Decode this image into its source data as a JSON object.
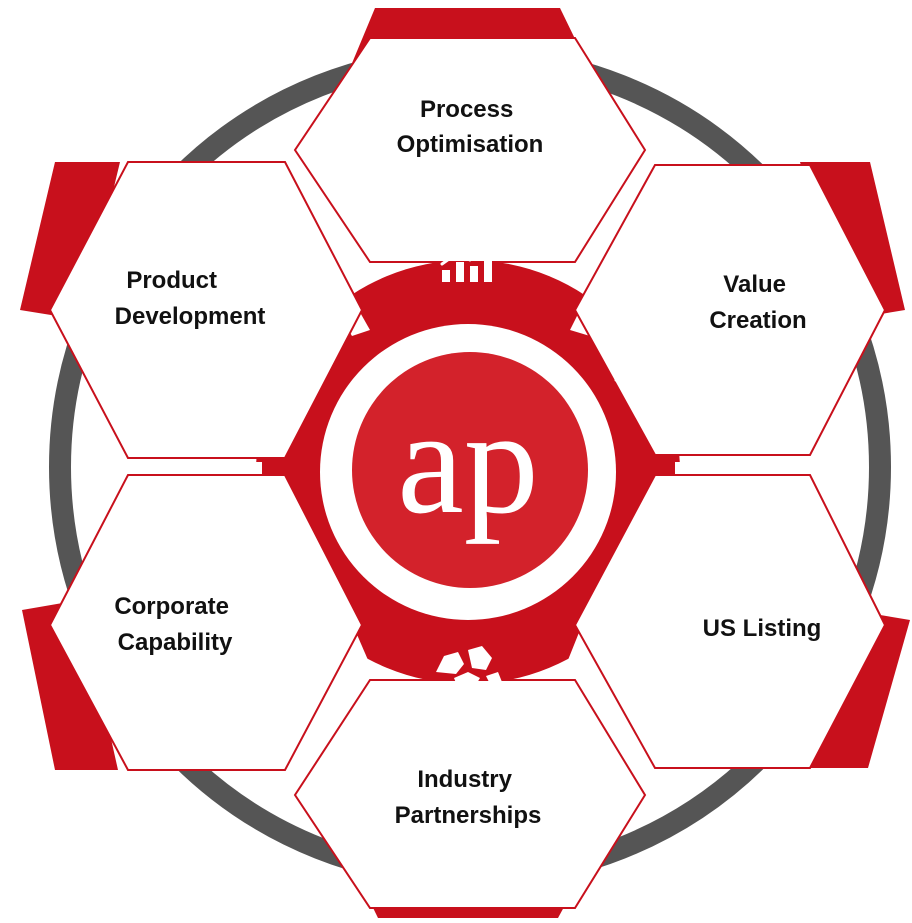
{
  "colors": {
    "accent": "#c8101c",
    "logo_bg": "#d3222b",
    "ring": "#555555",
    "hex_fill": "#ffffff",
    "text": "#111111"
  },
  "logo": {
    "text": "ap"
  },
  "segments": [
    {
      "id": "process-optimisation",
      "lines": [
        "Process",
        "Optimisation"
      ],
      "icon": "growth-chart-icon"
    },
    {
      "id": "value-creation",
      "lines": [
        "Value",
        "Creation"
      ],
      "icon": "presentation-chart-icon"
    },
    {
      "id": "us-listing",
      "lines": [
        "US Listing"
      ],
      "icon": "dollar-icon"
    },
    {
      "id": "industry-partnerships",
      "lines": [
        "Industry",
        "Partnerships"
      ],
      "icon": "rocks-icon"
    },
    {
      "id": "corporate-capability",
      "lines": [
        "Corporate",
        "Capability"
      ],
      "icon": "team-icon"
    },
    {
      "id": "product-development",
      "lines": [
        "Product",
        "Development"
      ],
      "icon": "globe-icon"
    }
  ]
}
